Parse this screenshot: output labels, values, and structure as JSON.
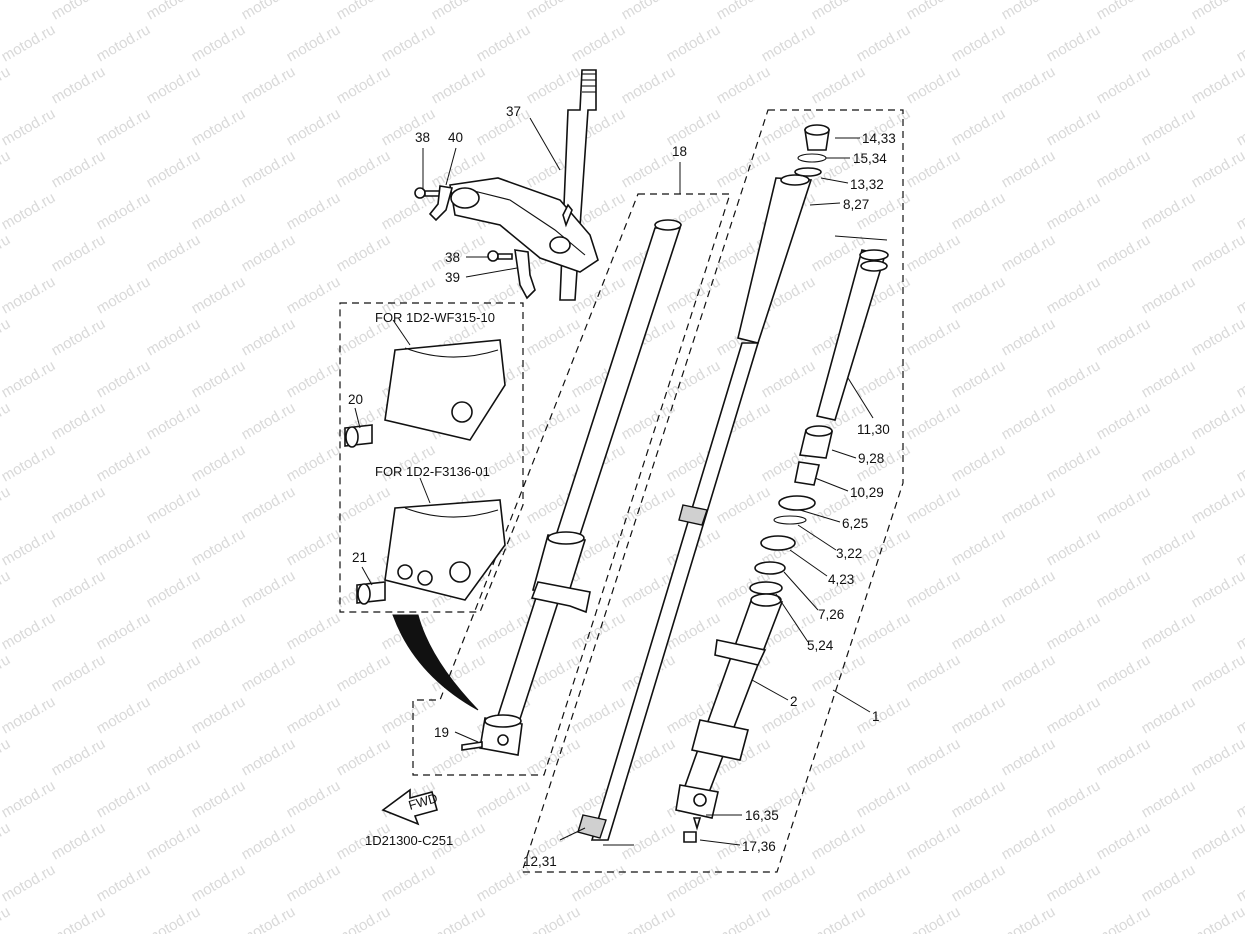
{
  "watermark": "motod.ru",
  "drawing_code": "1D21300-C251",
  "fwd_label": "FWD",
  "inset_notes": {
    "variant_a": "FOR 1D2-WF315-10",
    "variant_b": "FOR 1D2-F3136-01"
  },
  "labels": {
    "p1": "1",
    "p2": "2",
    "p3": "3,22",
    "p4": "4,23",
    "p5": "5,24",
    "p6": "6,25",
    "p7": "7,26",
    "p8": "8,27",
    "p9": "9,28",
    "p10": "10,29",
    "p11": "11,30",
    "p12": "12,31",
    "p13": "13,32",
    "p14": "14,33",
    "p15": "15,34",
    "p16": "16,35",
    "p17": "17,36",
    "p18": "18",
    "p19": "19",
    "p20": "20",
    "p21": "21",
    "p37": "37",
    "p38a": "38",
    "p38b": "38",
    "p39": "39",
    "p40": "40"
  }
}
